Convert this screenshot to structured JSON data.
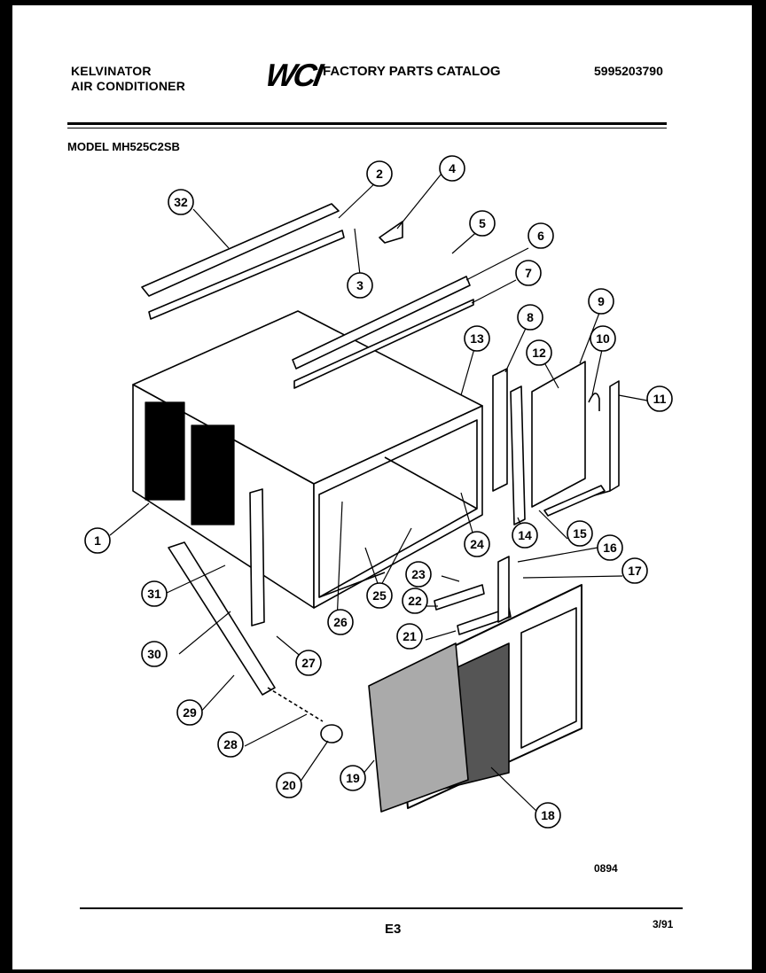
{
  "header": {
    "brand": "KELVINATOR",
    "product": "AIR CONDITIONER",
    "logo": "WCI",
    "catalog_title": "FACTORY PARTS CATALOG",
    "catalog_number": "5995203790"
  },
  "model_line": "MODEL MH525C2SB",
  "footer": {
    "drawing_code": "0894",
    "page": "E3",
    "date": "3/91"
  },
  "callouts": [
    "1",
    "2",
    "3",
    "4",
    "5",
    "6",
    "7",
    "8",
    "9",
    "10",
    "11",
    "12",
    "13",
    "14",
    "15",
    "16",
    "17",
    "18",
    "19",
    "20",
    "21",
    "22",
    "23",
    "24",
    "25",
    "26",
    "27",
    "28",
    "29",
    "30",
    "31",
    "32"
  ],
  "colors": {
    "ink": "#000000",
    "paper": "#ffffff",
    "border": "#000000"
  }
}
